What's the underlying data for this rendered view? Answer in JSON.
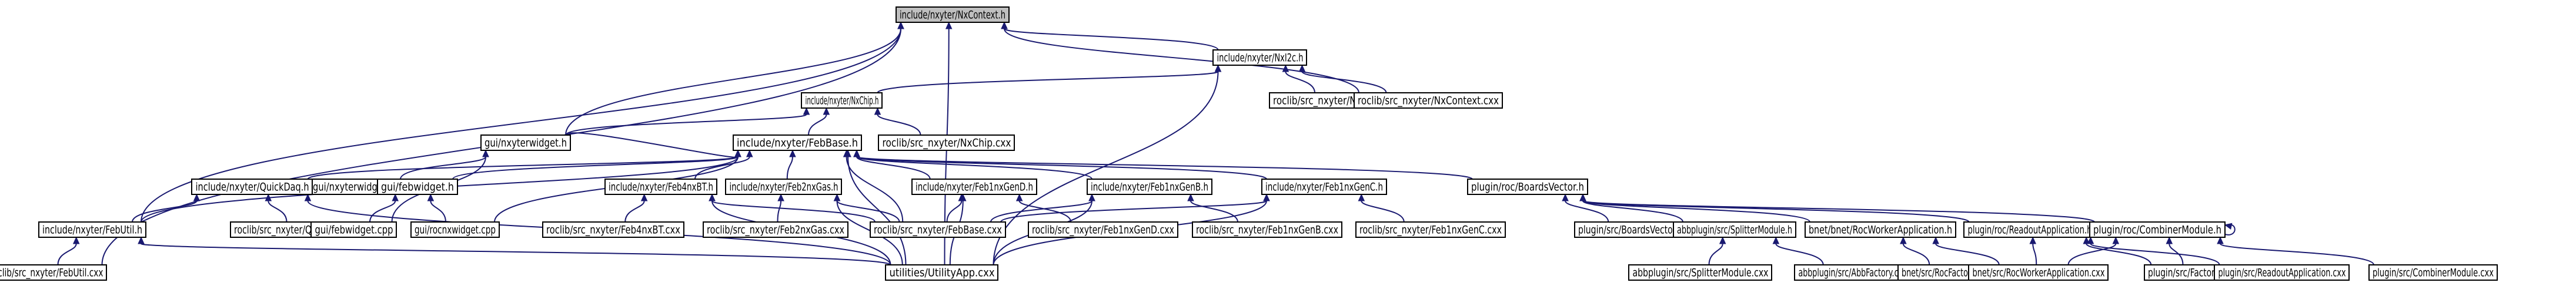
{
  "title": "",
  "colors": {
    "edge": "#191970",
    "root_fill": "#bfbfbf",
    "node_fill": "#ffffff",
    "node_stroke": "#000000"
  },
  "nodes": [
    {
      "id": "nxcontext",
      "label": "include/nxyter/NxContext.h",
      "root": true
    },
    {
      "id": "nxi2c",
      "label": "include/nxyter/NxI2c.h"
    },
    {
      "id": "nxchip",
      "label": "include/nxyter/NxChip.h"
    },
    {
      "id": "mywidget_h",
      "label": "gui/nxyterwidget.h"
    },
    {
      "id": "febbase",
      "label": "include/nxyter/FebBase.h"
    },
    {
      "id": "nxi2c_cxx",
      "label": "roclib/src_nxyter/NxI2c.cxx"
    },
    {
      "id": "nxcontext_cxx",
      "label": "roclib/src_nxyter/NxContext.cxx"
    },
    {
      "id": "nxchip_cxx",
      "label": "roclib/src_nxyter/NxChip.cxx"
    },
    {
      "id": "mywidget_cpp",
      "label": "gui/nxyterwidget.cpp"
    },
    {
      "id": "quickdaq",
      "label": "include/nxyter/QuickDaq.h"
    },
    {
      "id": "febwidget_h",
      "label": "gui/febwidget.h"
    },
    {
      "id": "feb4nx",
      "label": "include/nxyter/Feb4nxBT.h"
    },
    {
      "id": "feb2nx",
      "label": "include/nxyter/Feb2nxGas.h"
    },
    {
      "id": "feb1nxd",
      "label": "include/nxyter/Feb1nxGenD.h"
    },
    {
      "id": "feb1nxb",
      "label": "include/nxyter/Feb1nxGenB.h"
    },
    {
      "id": "feb1nxc",
      "label": "include/nxyter/Feb1nxGenC.h"
    },
    {
      "id": "boardsvector",
      "label": "plugin/roc/BoardsVector.h"
    },
    {
      "id": "febutil",
      "label": "include/nxyter/FebUtil.h"
    },
    {
      "id": "quickdaq_cxx",
      "label": "roclib/src_nxyter/QuickDaq.cxx"
    },
    {
      "id": "febwidget_cpp",
      "label": "gui/febwidget.cpp"
    },
    {
      "id": "rocwidget_cpp",
      "label": "gui/rocnxwidget.cpp"
    },
    {
      "id": "feb4nx_cxx",
      "label": "roclib/src_nxyter/Feb4nxBT.cxx"
    },
    {
      "id": "feb2nx_cxx",
      "label": "roclib/src_nxyter/Feb2nxGas.cxx"
    },
    {
      "id": "febbase_cxx",
      "label": "roclib/src_nxyter/FebBase.cxx"
    },
    {
      "id": "feb1nxd_cxx",
      "label": "roclib/src_nxyter/Feb1nxGenD.cxx"
    },
    {
      "id": "feb1nxb_cxx",
      "label": "roclib/src_nxyter/Feb1nxGenB.cxx"
    },
    {
      "id": "feb1nxc_cxx",
      "label": "roclib/src_nxyter/Feb1nxGenC.cxx"
    },
    {
      "id": "boardsvector_cxx",
      "label": "plugin/src/BoardsVector.cxx"
    },
    {
      "id": "splitter_h",
      "label": "abbplugin/src/SplitterModule.h"
    },
    {
      "id": "rocworker_h",
      "label": "bnet/bnet/RocWorkerApplication.h"
    },
    {
      "id": "readout_h",
      "label": "plugin/roc/ReadoutApplication.h"
    },
    {
      "id": "combiner_h",
      "label": "plugin/roc/CombinerModule.h"
    },
    {
      "id": "febutil_cxx",
      "label": "roclib/src_nxyter/FebUtil.cxx"
    },
    {
      "id": "utilityapp",
      "label": "utilities/UtilityApp.cxx"
    },
    {
      "id": "splitter_cxx",
      "label": "abbplugin/src/SplitterModule.cxx"
    },
    {
      "id": "abbfactory",
      "label": "abbplugin/src/AbbFactory.cxx"
    },
    {
      "id": "rocfactory",
      "label": "bnet/src/RocFactory.cxx"
    },
    {
      "id": "rocworker_cxx",
      "label": "bnet/src/RocWorkerApplication.cxx"
    },
    {
      "id": "factory_cxx",
      "label": "plugin/src/Factory.cxx"
    },
    {
      "id": "readout_cxx",
      "label": "plugin/src/ReadoutApplication.cxx"
    },
    {
      "id": "combiner_cxx",
      "label": "plugin/src/CombinerModule.cxx"
    }
  ],
  "edges": [
    [
      "nxcontext",
      "nxi2c"
    ],
    [
      "nxcontext",
      "mywidget_h"
    ],
    [
      "nxcontext",
      "febutil"
    ],
    [
      "nxcontext",
      "nxcontext_cxx"
    ],
    [
      "nxcontext",
      "febutil_cxx"
    ],
    [
      "nxcontext",
      "utilityapp"
    ],
    [
      "nxi2c",
      "nxchip"
    ],
    [
      "nxi2c",
      "nxi2c_cxx"
    ],
    [
      "nxi2c",
      "nxcontext_cxx"
    ],
    [
      "nxi2c",
      "utilityapp"
    ],
    [
      "nxchip",
      "mywidget_h"
    ],
    [
      "nxchip",
      "febbase"
    ],
    [
      "nxchip",
      "nxchip_cxx"
    ],
    [
      "mywidget_h",
      "mywidget_cpp"
    ],
    [
      "mywidget_h",
      "febwidget_cpp"
    ],
    [
      "febbase",
      "mywidget_h"
    ],
    [
      "febbase",
      "quickdaq"
    ],
    [
      "febbase",
      "febwidget_h"
    ],
    [
      "febbase",
      "feb4nx"
    ],
    [
      "febbase",
      "feb2nx"
    ],
    [
      "febbase",
      "feb1nxd"
    ],
    [
      "febbase",
      "feb1nxb"
    ],
    [
      "febbase",
      "feb1nxc"
    ],
    [
      "febbase",
      "boardsvector"
    ],
    [
      "febbase",
      "febutil"
    ],
    [
      "febbase",
      "febbase_cxx"
    ],
    [
      "febbase",
      "utilityapp"
    ],
    [
      "febbase",
      "rocwidget_cpp"
    ],
    [
      "quickdaq",
      "febutil"
    ],
    [
      "quickdaq",
      "quickdaq_cxx"
    ],
    [
      "quickdaq",
      "utilityapp"
    ],
    [
      "febwidget_h",
      "febwidget_cpp"
    ],
    [
      "febwidget_h",
      "rocwidget_cpp"
    ],
    [
      "feb4nx",
      "feb4nx_cxx"
    ],
    [
      "feb4nx",
      "febbase_cxx"
    ],
    [
      "feb4nx",
      "utilityapp"
    ],
    [
      "feb2nx",
      "feb2nx_cxx"
    ],
    [
      "feb2nx",
      "febbase_cxx"
    ],
    [
      "feb2nx",
      "utilityapp"
    ],
    [
      "feb1nxd",
      "feb1nxd_cxx"
    ],
    [
      "feb1nxd",
      "febbase_cxx"
    ],
    [
      "feb1nxd",
      "utilityapp"
    ],
    [
      "feb1nxb",
      "feb1nxb_cxx"
    ],
    [
      "feb1nxb",
      "febbase_cxx"
    ],
    [
      "feb1nxb",
      "utilityapp"
    ],
    [
      "feb1nxc",
      "feb1nxc_cxx"
    ],
    [
      "feb1nxc",
      "febbase_cxx"
    ],
    [
      "feb1nxc",
      "utilityapp"
    ],
    [
      "boardsvector",
      "boardsvector_cxx"
    ],
    [
      "boardsvector",
      "splitter_h"
    ],
    [
      "boardsvector",
      "rocworker_h"
    ],
    [
      "boardsvector",
      "readout_h"
    ],
    [
      "boardsvector",
      "combiner_h"
    ],
    [
      "splitter_h",
      "splitter_cxx"
    ],
    [
      "splitter_h",
      "abbfactory"
    ],
    [
      "rocworker_h",
      "rocfactory"
    ],
    [
      "rocworker_h",
      "rocworker_cxx"
    ],
    [
      "readout_h",
      "rocworker_cxx"
    ],
    [
      "readout_h",
      "factory_cxx"
    ],
    [
      "readout_h",
      "readout_cxx"
    ],
    [
      "combiner_h",
      "combiner_h"
    ],
    [
      "combiner_h",
      "rocworker_cxx"
    ],
    [
      "combiner_h",
      "factory_cxx"
    ],
    [
      "combiner_h",
      "combiner_cxx"
    ],
    [
      "febutil",
      "febutil_cxx"
    ],
    [
      "febutil",
      "utilityapp"
    ]
  ]
}
